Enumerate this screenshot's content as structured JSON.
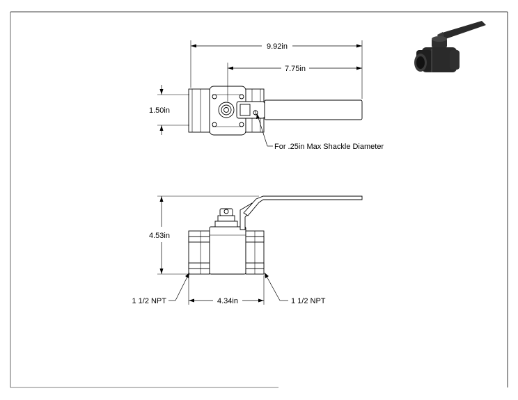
{
  "drawing": {
    "dimensions": {
      "overall_length": "9.92in",
      "handle_length": "7.75in",
      "top_view_height": "1.50in",
      "overall_height": "4.53in",
      "end_to_end_length": "4.34in"
    },
    "notes": {
      "shackle": "For .25in Max Shackle Diameter",
      "left_connection": "1 1/2 NPT",
      "right_connection": "1 1/2 NPT"
    }
  }
}
